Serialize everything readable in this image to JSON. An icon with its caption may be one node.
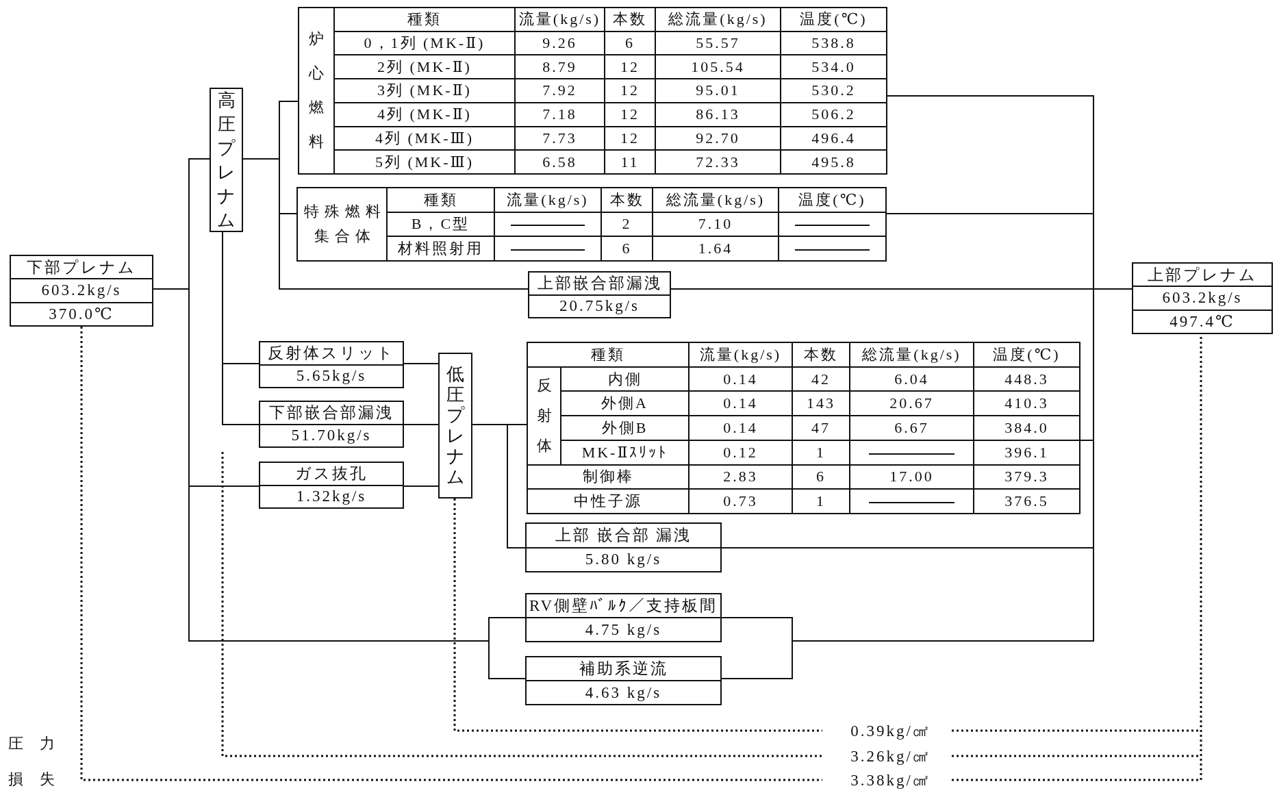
{
  "diagram": {
    "nodes": [
      {
        "text": [
          "下部プレナム",
          "603.2kg/s",
          "370.0℃"
        ]
      },
      {
        "text": [
          "高圧プレナム"
        ]
      },
      {
        "text": [
          "炉心燃料",
          "種類",
          "流量(kg/s)",
          "本数",
          "総流量(kg/s)",
          "温度(℃)",
          "0，1列 (MK-Ⅱ)",
          "9.26",
          "6",
          "55.57",
          "538.8",
          "2列 (MK-Ⅱ)",
          "8.79",
          "12",
          "105.54",
          "534.0",
          "3列 (MK-Ⅱ)",
          "7.92",
          "12",
          "95.01",
          "530.2",
          "4列 (MK-Ⅱ)",
          "7.18",
          "12",
          "86.13",
          "506.2",
          "4列 (MK-Ⅲ)",
          "7.73",
          "12",
          "92.70",
          "496.4",
          "5列 (MK-Ⅲ)",
          "6.58",
          "11",
          "72.33",
          "495.8"
        ]
      },
      {
        "text": [
          "特殊燃料集合体",
          "種類",
          "流量(kg/s)",
          "本数",
          "総流量(kg/s)",
          "温度(℃)",
          "B，C型",
          "2",
          "7.10",
          "材料照射用",
          "6",
          "1.64"
        ]
      },
      {
        "text": [
          "上部嵌合部漏洩",
          "20.75kg/s"
        ]
      },
      {
        "text": [
          "上部プレナム",
          "603.2kg/s",
          "497.4℃"
        ]
      },
      {
        "text": [
          "反射体スリット",
          "5.65kg/s"
        ]
      },
      {
        "text": [
          "下部嵌合部漏洩",
          "51.70kg/s"
        ]
      },
      {
        "text": [
          "ガス抜孔",
          "1.32kg/s"
        ]
      },
      {
        "text": [
          "低圧プレナム"
        ]
      },
      {
        "text": [
          "種類",
          "流量(kg/s)",
          "本数",
          "総流量(kg/s)",
          "温度(℃)",
          "反射体",
          "内側",
          "0.14",
          "42",
          "6.04",
          "448.3",
          "外側A",
          "0.14",
          "143",
          "20.67",
          "410.3",
          "外側B",
          "0.14",
          "47",
          "6.67",
          "384.0",
          "MK-Ⅱｽﾘｯﾄ",
          "0.12",
          "1",
          "396.1",
          "制御棒",
          "2.83",
          "6",
          "17.00",
          "379.3",
          "中性子源",
          "0.73",
          "1",
          "376.5"
        ]
      },
      {
        "text": [
          "上部 嵌合部 漏洩",
          "5.80 kg/s"
        ]
      },
      {
        "text": [
          "RV側壁ﾊﾞﾙｸ／支持板間",
          "4.75 kg/s"
        ]
      },
      {
        "text": [
          "補助系逆流",
          "4.63 kg/s"
        ]
      }
    ],
    "edges": [
      {
        "from": 0,
        "to": 1,
        "arrow": "none"
      },
      {
        "from": 0,
        "to": 8,
        "arrow": "none"
      },
      {
        "from": 0,
        "to": 12,
        "arrow": "none"
      },
      {
        "from": 0,
        "to": 13,
        "arrow": "none"
      },
      {
        "from": 1,
        "to": 2,
        "arrow": "none"
      },
      {
        "from": 1,
        "to": 3,
        "arrow": "none"
      },
      {
        "from": 1,
        "to": 4,
        "arrow": "none"
      },
      {
        "from": 1,
        "to": 6,
        "arrow": "none"
      },
      {
        "from": 1,
        "to": 7,
        "arrow": "none"
      },
      {
        "from": 6,
        "to": 9,
        "arrow": "none"
      },
      {
        "from": 7,
        "to": 9,
        "arrow": "none"
      },
      {
        "from": 8,
        "to": 9,
        "arrow": "none"
      },
      {
        "from": 9,
        "to": 10,
        "arrow": "none"
      },
      {
        "from": 9,
        "to": 11,
        "arrow": "none"
      },
      {
        "from": 2,
        "to": 5,
        "arrow": "none"
      },
      {
        "from": 3,
        "to": 5,
        "arrow": "none"
      },
      {
        "from": 4,
        "to": 5,
        "arrow": "none"
      },
      {
        "from": 10,
        "to": 5,
        "arrow": "none"
      },
      {
        "from": 11,
        "to": 5,
        "arrow": "none"
      },
      {
        "from": 12,
        "to": 5,
        "arrow": "none"
      },
      {
        "from": 13,
        "to": 5,
        "arrow": "none"
      }
    ],
    "labels": [
      "0.39kg/㎠",
      "圧力損失",
      "3.26kg/㎠",
      "3.38kg/㎠"
    ]
  }
}
